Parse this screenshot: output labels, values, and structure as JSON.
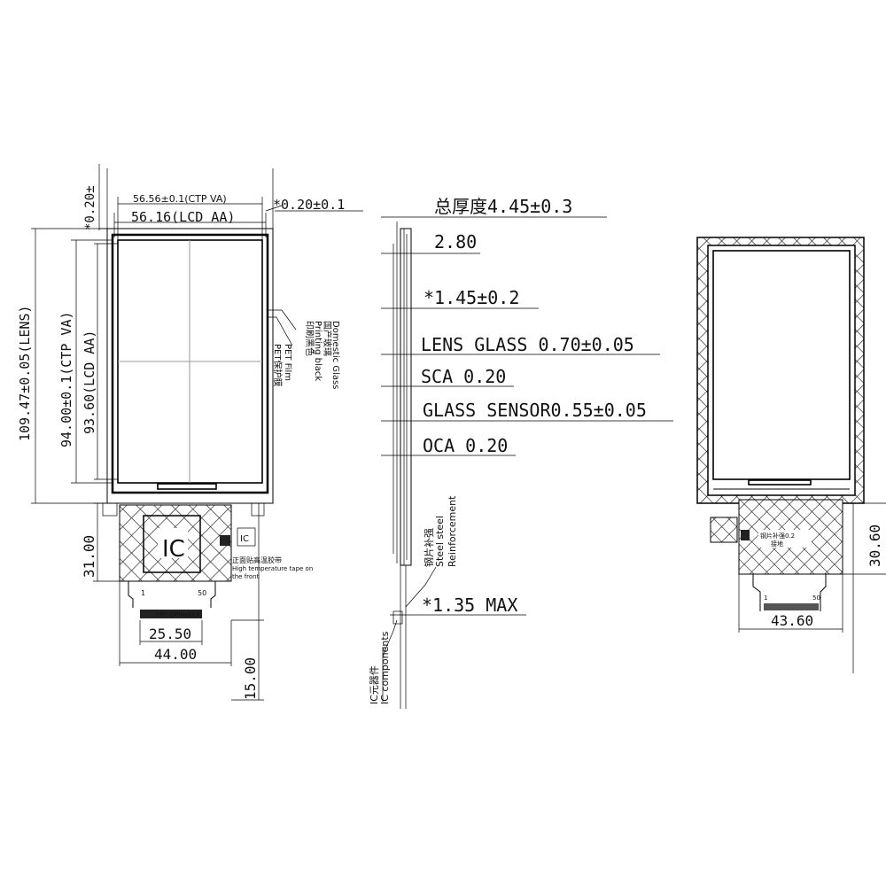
{
  "front_view": {
    "ctp_va_width": "56.56±0.1(CTP VA)",
    "lcd_aa_width": "56.16(LCD AA)",
    "edge_tolerance_right": "*0.20±0.1",
    "edge_tolerance_top": "*0.20±",
    "lens_height": "109.47±0.05(LENS)",
    "ctp_va_height": "94.00±0.1(CTP VA)",
    "lcd_aa_height": "93.60(LCD AA)",
    "printing_cn": "印刷黑色",
    "printing_en": "Printing black",
    "glass_cn": "国产玻璃",
    "glass_en": "Domestic Glass",
    "pet_cn": "PET保护膜",
    "pet_en": "PET Film",
    "ic_label": "IC",
    "ic_small_label": "IC",
    "tape_cn": "正面贴高温胶带",
    "tape_en_1": "High temperature tape on",
    "tape_en_2": "the front",
    "pin_start": "1",
    "pin_end": "50",
    "fpc_part_no": "FPC-DP9HXXX",
    "fpc_tail_width": "25.50",
    "fpc_width": "44.00",
    "fpc_height": "31.00",
    "fpc_tail_length": "15.00"
  },
  "side_view": {
    "total_thickness": "总厚度4.45±0.3",
    "dim_2_80": "2.80",
    "dim_1_45": "*1.45±0.2",
    "lens_glass": "LENS GLASS 0.70±0.05",
    "sca": "SCA 0.20",
    "glass_sensor": "GLASS SENSOR0.55±0.05",
    "oca": "OCA 0.20",
    "steel_cn": "钢片补强",
    "steel_en_1": "Steel steel",
    "steel_en_2": "Reinforcement",
    "max_thickness": "*1.35 MAX",
    "ic_cn": "IC元器件",
    "ic_en": "IC components"
  },
  "back_view": {
    "fpc_height": "30.60",
    "fpc_width": "43.60",
    "note_1": "钢片补强0.2",
    "note_2": "接地",
    "pin_start": "1",
    "pin_end": "50"
  }
}
